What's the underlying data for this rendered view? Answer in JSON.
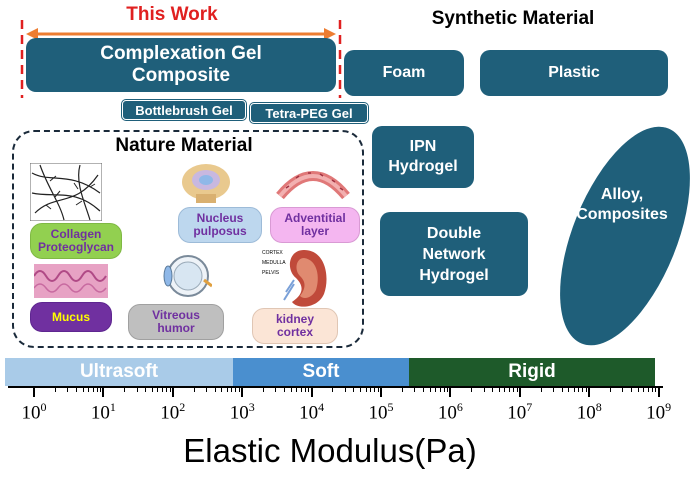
{
  "this_work": {
    "label": "This Work",
    "gel_composite_line1": "Complexation Gel",
    "gel_composite_line2": "Composite",
    "bottlebrush": "Bottlebrush Gel",
    "tetra_peg": "Tetra-PEG Gel"
  },
  "synthetic": {
    "title": "Synthetic Material",
    "foam": "Foam",
    "plastic": "Plastic",
    "ipn_line1": "IPN",
    "ipn_line2": "Hydrogel",
    "dn_line1": "Double",
    "dn_line2": "Network",
    "dn_line3": "Hydrogel",
    "alloy_line1": "Alloy,",
    "alloy_line2": "Composites"
  },
  "nature": {
    "title": "Nature Material",
    "collagen_line1": "Collagen",
    "collagen_line2": "Proteoglycan",
    "nucleus_line1": "Nucleus",
    "nucleus_line2": "pulposus",
    "adventitial_line1": "Adventitial",
    "adventitial_line2": "layer",
    "mucus": "Mucus",
    "vitreous_line1": "Vitreous",
    "vitreous_line2": "humor",
    "kidney_line1": "kidney",
    "kidney_line2": "cortex",
    "kidney_img_cortex": "CORTEX",
    "kidney_img_medulla": "MEDULLA",
    "kidney_img_pelvis": "PELVIS"
  },
  "scale": {
    "ultrasoft": "Ultrasoft",
    "soft": "Soft",
    "rigid": "Rigid"
  },
  "axis": {
    "title": "Elastic Modulus(Pa)",
    "base": "10",
    "exponents": [
      "0",
      "1",
      "2",
      "3",
      "4",
      "5",
      "6",
      "7",
      "8",
      "9"
    ]
  },
  "colors": {
    "teal": "#1f5f7a",
    "red": "#e02020",
    "arrow": "#ed7d31",
    "ultrasoft": "#a9cbe8",
    "soft": "#4a8fcf",
    "rigid": "#1e5a2a"
  }
}
